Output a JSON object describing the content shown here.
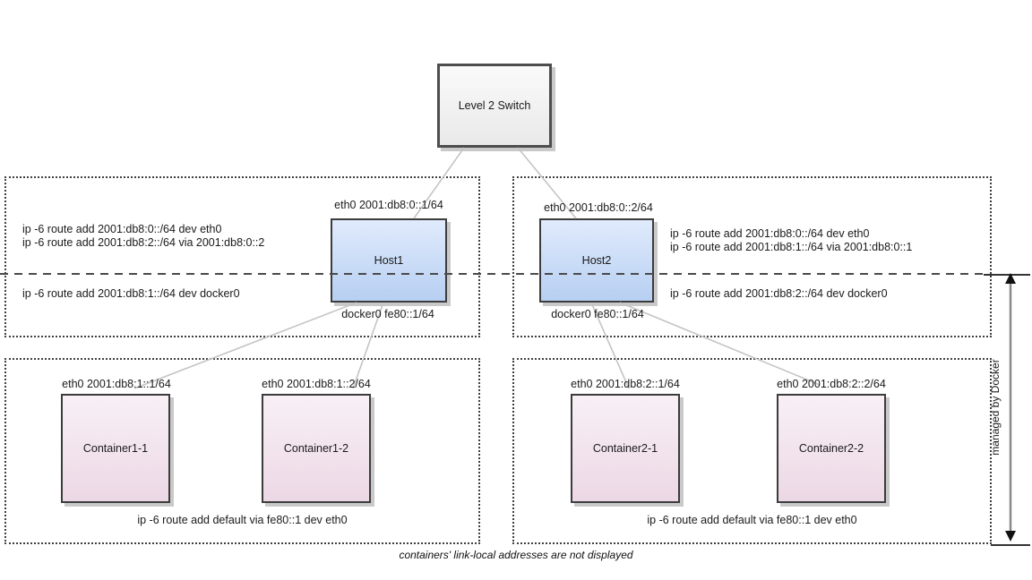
{
  "switch": {
    "label": "Level 2 Switch"
  },
  "hosts": [
    {
      "name": "Host1",
      "eth0": "eth0 2001:db8:0::1/64",
      "docker0": "docker0 fe80::1/64",
      "routes_above": [
        "ip -6 route add 2001:db8:0::/64 dev eth0",
        "ip -6 route add 2001:db8:2::/64 via 2001:db8:0::2"
      ],
      "route_below": "ip -6 route add 2001:db8:1::/64 dev docker0"
    },
    {
      "name": "Host2",
      "eth0": "eth0 2001:db8:0::2/64",
      "docker0": "docker0 fe80::1/64",
      "routes_above": [
        "ip -6 route add 2001:db8:0::/64 dev eth0",
        "ip -6 route add 2001:db8:1::/64 via 2001:db8:0::1"
      ],
      "route_below": "ip -6 route add 2001:db8:2::/64 dev docker0"
    }
  ],
  "containers": [
    {
      "name": "Container1-1",
      "eth0": "eth0 2001:db8:1::1/64"
    },
    {
      "name": "Container1-2",
      "eth0": "eth0 2001:db8:1::2/64"
    },
    {
      "name": "Container2-1",
      "eth0": "eth0 2001:db8:2::1/64"
    },
    {
      "name": "Container2-2",
      "eth0": "eth0 2001:db8:2::2/64"
    }
  ],
  "default_routes": {
    "left": "ip -6 route add default via fe80::1 dev eth0",
    "right": "ip -6 route add default via fe80::1 dev eth0"
  },
  "annotations": {
    "managed_by": "managed by Docker",
    "caption": "containers' link-local addresses are not displayed"
  },
  "colors": {
    "host_fill_top": "#e0ebfc",
    "host_fill_bottom": "#b7cff2",
    "container_fill_top": "#f8f0f6",
    "container_fill_bottom": "#ecd8e5",
    "switch_fill": "#f0f0f0",
    "box_border": "#3c3c3c",
    "edge_line": "#c4c4c4",
    "divider_line": "#4a4a4a"
  }
}
